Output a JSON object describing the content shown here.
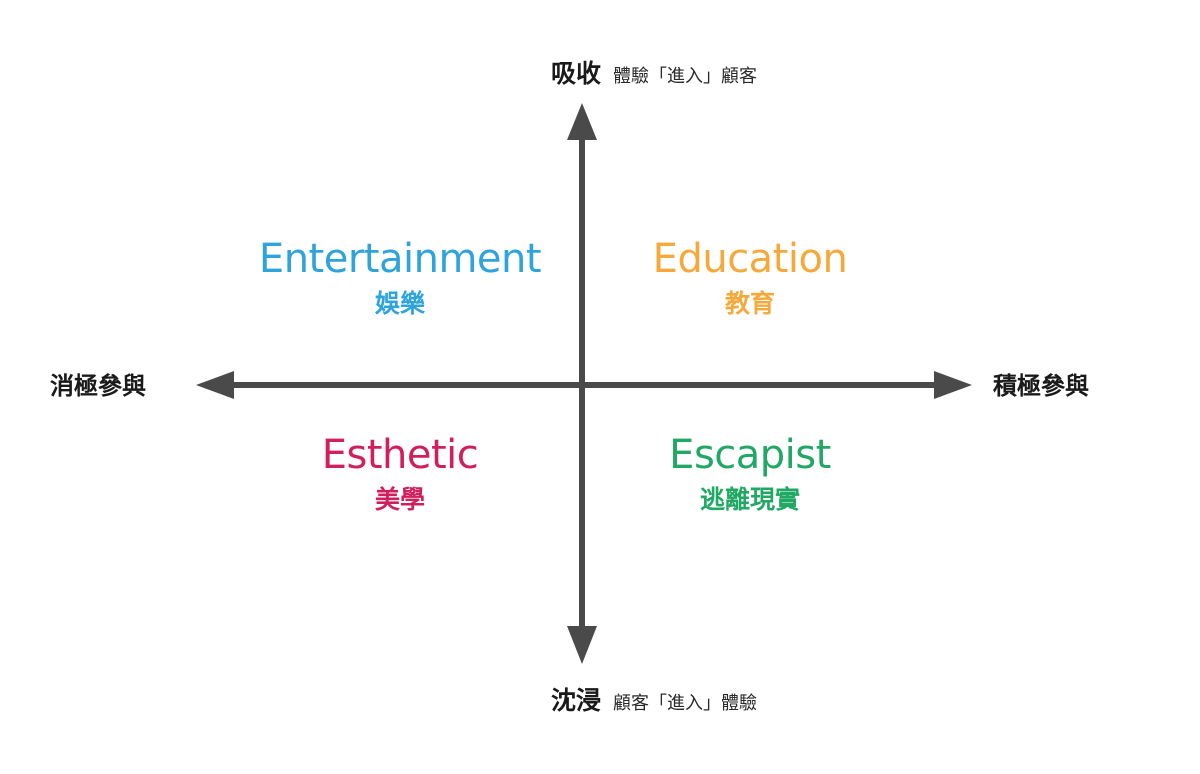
{
  "axes": {
    "top": {
      "main": "吸收",
      "sub": "體驗「進入」顧客"
    },
    "bottom": {
      "main": "沈浸",
      "sub": "顧客「進入」體驗"
    },
    "left": {
      "main": "消極參與"
    },
    "right": {
      "main": "積極參與"
    },
    "line_color": "#4a4a4a"
  },
  "quadrants": {
    "top_left": {
      "en": "Entertainment",
      "zh": "娛樂",
      "color": "#2ea3dc"
    },
    "top_right": {
      "en": "Education",
      "zh": "教育",
      "color": "#f5a93a"
    },
    "bottom_left": {
      "en": "Esthetic",
      "zh": "美學",
      "color": "#d11f5b"
    },
    "bottom_right": {
      "en": "Escapist",
      "zh": "逃離現實",
      "color": "#21a865"
    }
  }
}
